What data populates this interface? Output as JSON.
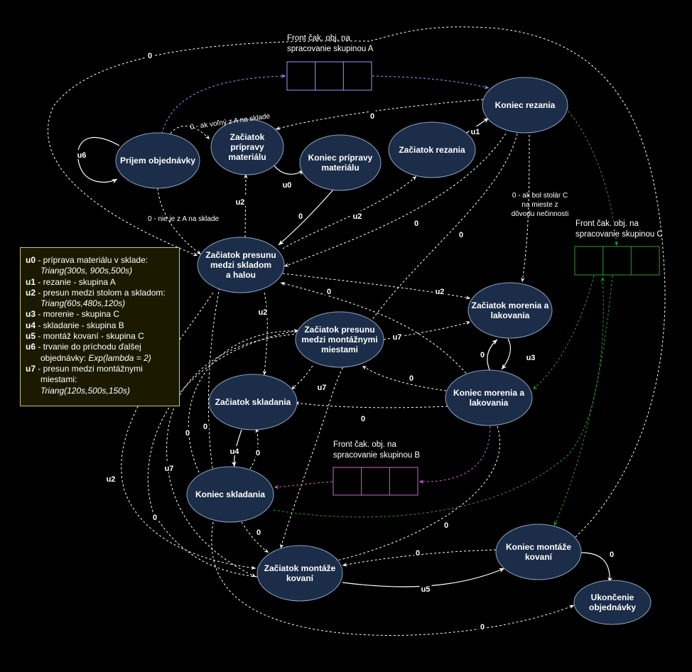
{
  "colors": {
    "background": "#000000",
    "node_fill": "#1b2d48",
    "node_stroke": "#8fa3bf",
    "edge": "#ffffff",
    "queue_a": "#9999ff",
    "queue_b": "#cc66cc",
    "queue_c": "#2d9c2d",
    "legend_fill": "#1b1a00",
    "legend_stroke": "#c9c67a"
  },
  "nodes": {
    "prijem": [
      "Príjem objednávky"
    ],
    "zac_pripravy": [
      "Začiatok",
      "prípravy",
      "materiálu"
    ],
    "kon_pripravy": [
      "Koniec prípravy",
      "materiálu"
    ],
    "zac_rezania": [
      "Začiatok rezania"
    ],
    "kon_rezania": [
      "Koniec rezania"
    ],
    "zac_presunu_sklad": [
      "Začiatok presunu",
      "medzi skladom",
      "a halou"
    ],
    "zac_presunu_mont": [
      "Začiatok presunu",
      "medzi montážnymi",
      "miestami"
    ],
    "zac_morenia": [
      "Začiatok morenia a",
      "lakovania"
    ],
    "kon_morenia": [
      "Koniec morenia a",
      "lakovania"
    ],
    "zac_skladania": [
      "Začiatok skladania"
    ],
    "kon_skladania": [
      "Koniec skladania"
    ],
    "zac_montaze": [
      "Začiatok montáže",
      "kovaní"
    ],
    "kon_montaze": [
      "Koniec montáže",
      "kovaní"
    ],
    "ukoncenie": [
      "Ukončenie",
      "objednávky"
    ]
  },
  "queues": {
    "a": [
      "Front čak. obj. na",
      "spracovanie skupinou A"
    ],
    "b": [
      "Front čak. obj. na",
      "spracovanie skupinou B"
    ],
    "c": [
      "Front čak. obj. na",
      "spracovanie skupinou C"
    ]
  },
  "notes": {
    "ak_volny": "0 - ak voľný z A na sklade",
    "nie_je": "0 - nie je z A na sklade",
    "stolar": [
      "0 - ak bol stolár C",
      "na mieste z",
      "dôvodu nečinnosti"
    ]
  },
  "edge_labels": {
    "zero": "0",
    "u0": "u0",
    "u1": "u1",
    "u2": "u2",
    "u3": "u3",
    "u4": "u4",
    "u5": "u5",
    "u6": "u6",
    "u7": "u7"
  },
  "legend": {
    "u0": {
      "key": "u0",
      "text": " - príprava materiálu v sklade:",
      "sub": "Triang(300s, 900s,500s)"
    },
    "u1": {
      "key": "u1",
      "text": " - rezanie - skupina A"
    },
    "u2": {
      "key": "u2",
      "text": " - presun medzi stolom a skladom:",
      "sub": "Triang(60s,480s,120s)"
    },
    "u3": {
      "key": "u3",
      "text": " - morenie - skupina C"
    },
    "u4": {
      "key": "u4",
      "text": " - skladanie - skupina B"
    },
    "u5": {
      "key": "u5",
      "text": " - montáž kovaní - skupina C"
    },
    "u6": {
      "key": "u6",
      "text": " - trvanie do príchodu ďalšej",
      "cont": "objednávky: ",
      "cont_italic": "Exp(lambda = 2)"
    },
    "u7": {
      "key": "u7",
      "text": " - presun medzi montážnymi",
      "cont": "miestami:",
      "sub": "Triang(120s,500s,150s)"
    }
  }
}
